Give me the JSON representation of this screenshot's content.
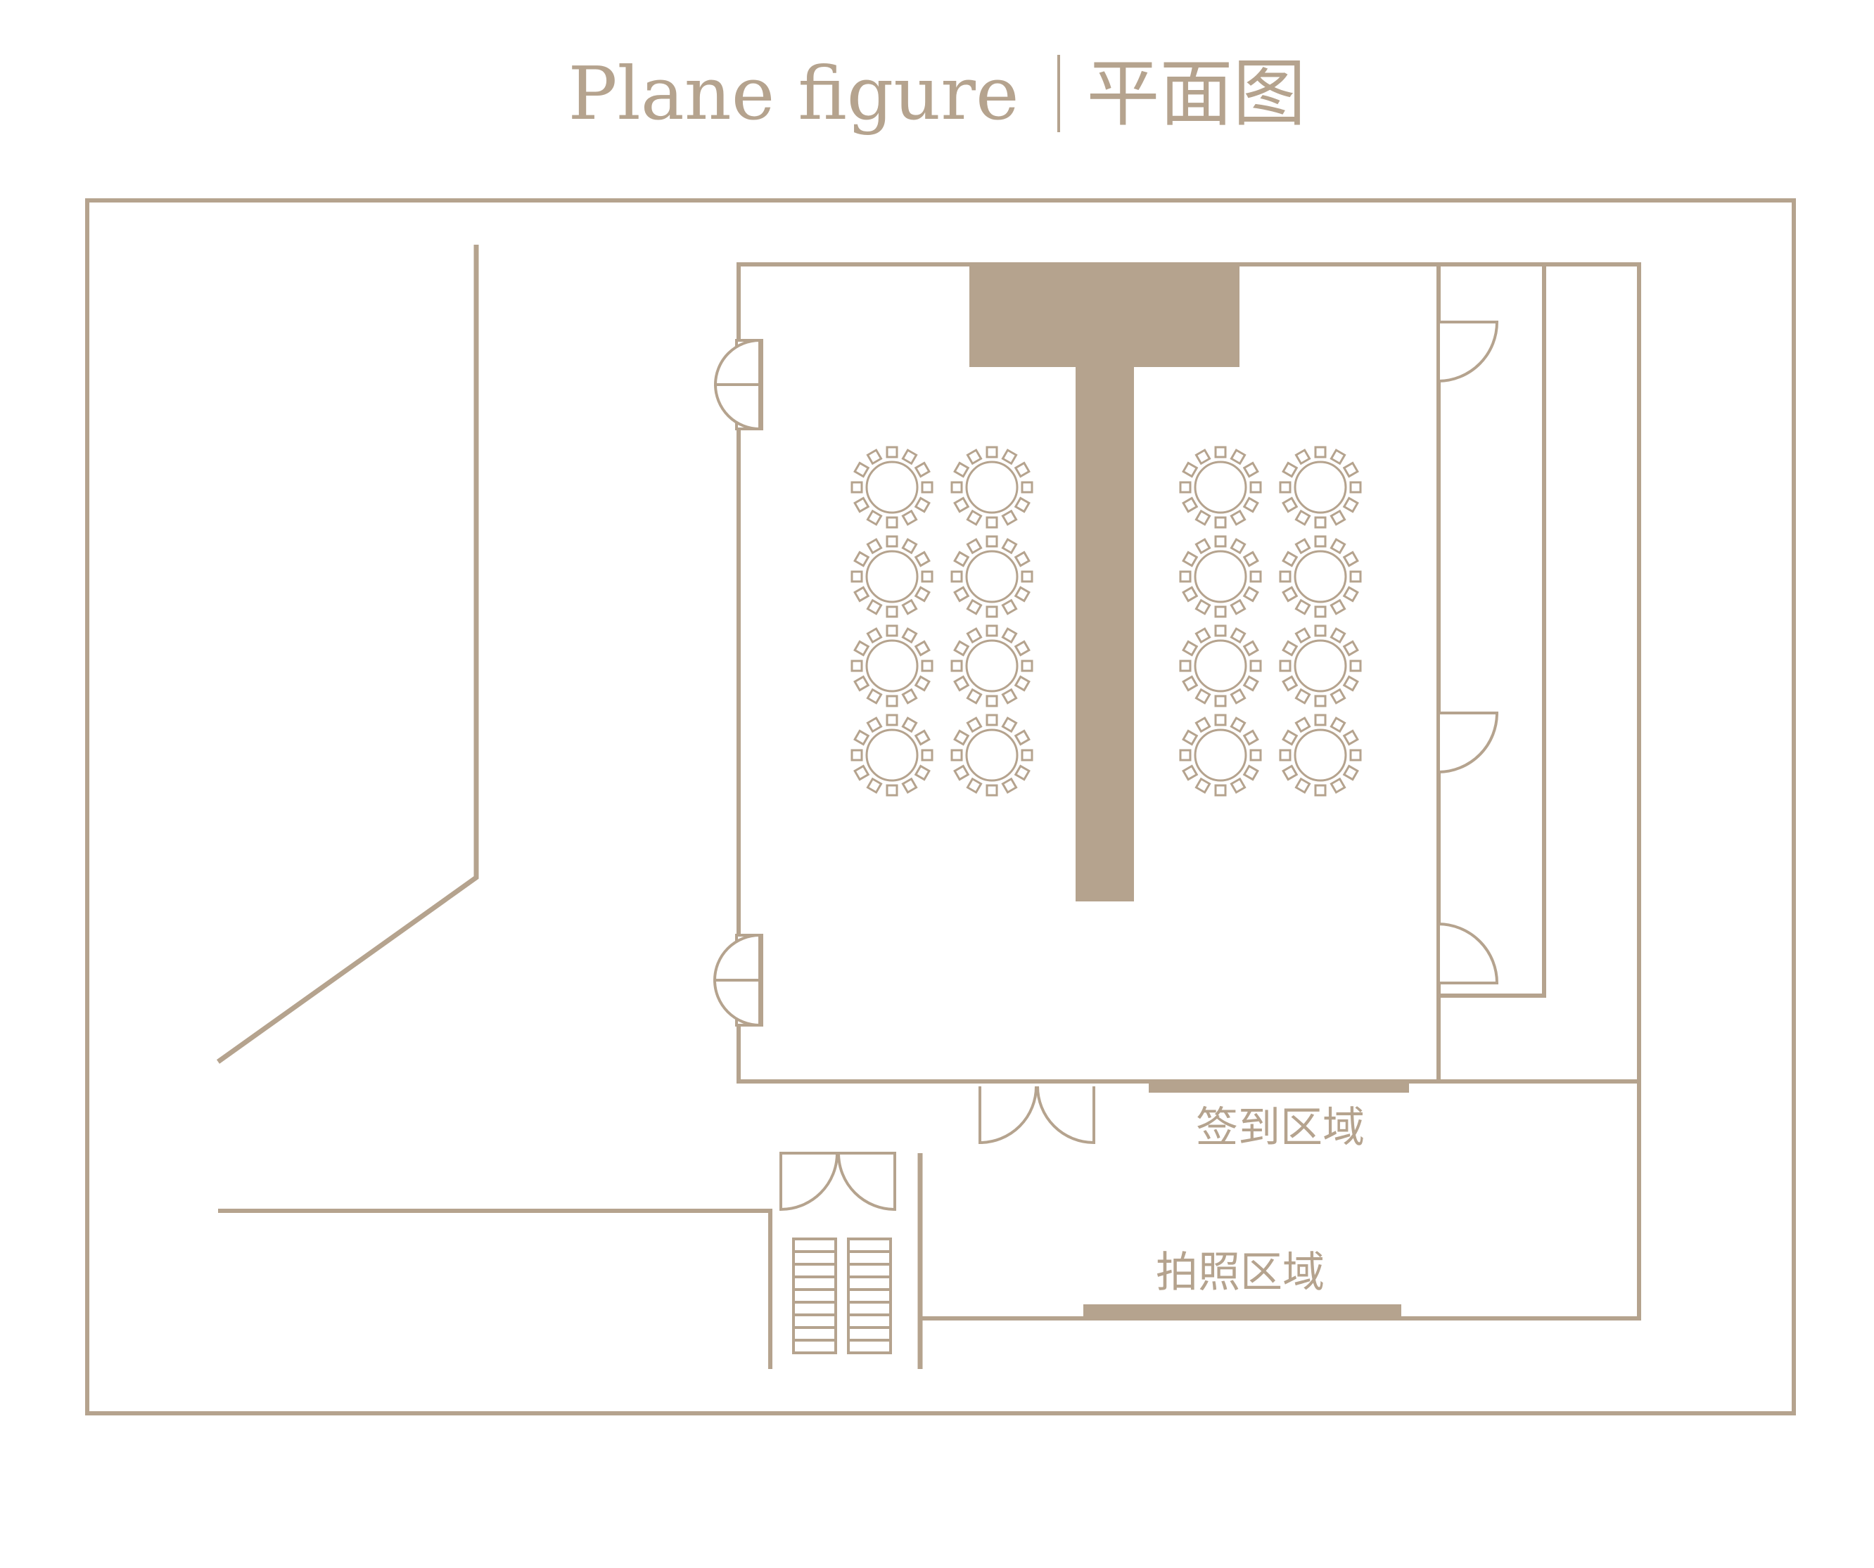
{
  "header": {
    "title_en": "Plane figure",
    "title_cn": "平面图"
  },
  "labels": {
    "signin_area": "签到区域",
    "photo_area": "拍照区域"
  },
  "colors": {
    "primary": "#b5a38e",
    "background": "#ffffff"
  },
  "icons": [
    "door-icon",
    "double-door-icon",
    "round-table-icon",
    "staircase-icon"
  ]
}
